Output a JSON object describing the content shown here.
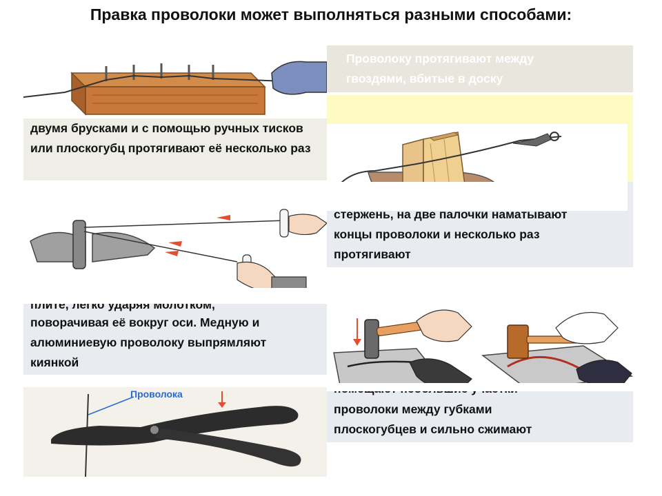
{
  "title": "Правка проволоки может выполняться разными способами:",
  "blocks": {
    "nails": "Проволоку протягивают между гвоздями, вбитые в доску",
    "bars": "двумя брусками и с помощью ручных тисков или плоскогубц протягивают её несколько раз",
    "rod_line1": "стержень, на две палочки наматывают",
    "rod_line2": "концы проволоки и несколько раз",
    "rod_line3": "протягивают",
    "hammer_line0": "плите, легко ударяя молотком,",
    "hammer_line1": "поворачивая её вокруг оси. Медную и",
    "hammer_line2": "алюминиевую проволоку выпрямляют",
    "hammer_line3": "киянкой",
    "pliers_line0": "помещают небольшие участки",
    "pliers_line1": "проволоки между губками",
    "pliers_line2": "плоскогубцев и сильно сжимают"
  },
  "labels": {
    "wire": "Проволока"
  },
  "colors": {
    "grey_block": "#e8ebf0",
    "yellow_block": "#fdfac4",
    "beige_block": "#eeece4",
    "wood": "#c8783a"
  }
}
